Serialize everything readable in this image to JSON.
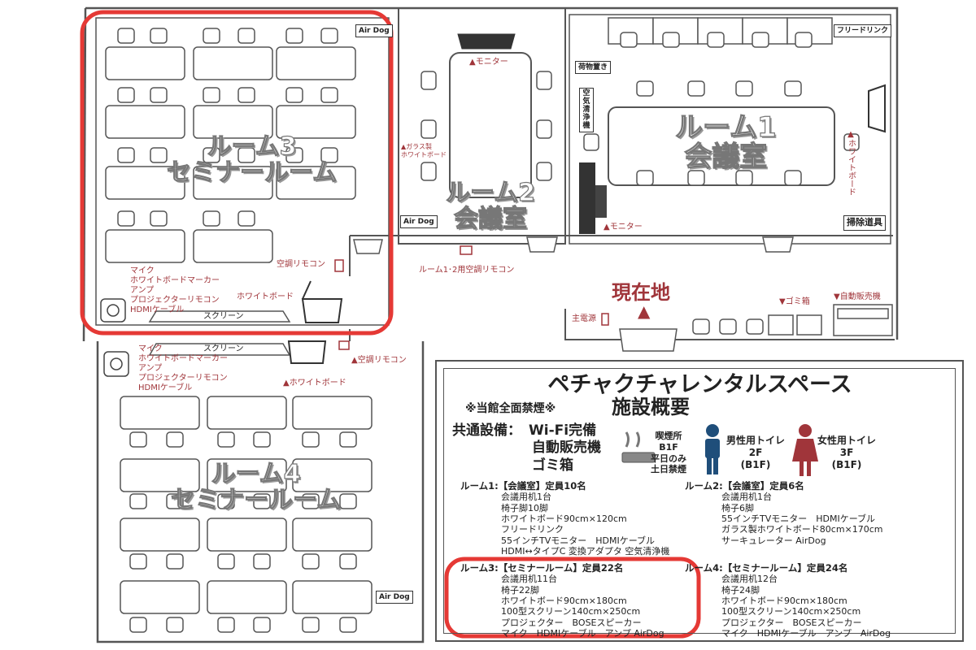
{
  "rooms": {
    "room1": {
      "name": "ルーム1",
      "type": "会議室"
    },
    "room2": {
      "name": "ルーム2",
      "type": "会議室"
    },
    "room3": {
      "name": "ルーム3",
      "type": "セミナールーム"
    },
    "room4": {
      "name": "ルーム4",
      "type": "セミナールーム"
    }
  },
  "labels": {
    "airdog": "Air Dog",
    "free_drink": "フリードリンク",
    "luggage": "荷物置き",
    "air_purifier": "空気清浄機",
    "cleaning_tools": "掃除道具",
    "monitor": "▲モニター",
    "whiteboard_vertical": "▲ホワイトボード",
    "glass_whiteboard_1": "▲ガラス製",
    "glass_whiteboard_2": "ホワイトボード",
    "ac_remote_room3": "空調リモコン",
    "ac_remote_room12": "ルーム1･2用空調リモコン",
    "ac_remote_room4": "▲空調リモコン",
    "whiteboard_room3": "ホワイトボード",
    "whiteboard_room4": "▲ホワイトボード",
    "screen": "スクリーン",
    "main_power": "主電源",
    "trash": "▼ゴミ箱",
    "vending": "▼自動販売機",
    "current_location": "現在地",
    "current_marker": "▲"
  },
  "equipment_room3": [
    "マイク",
    "ホワイトボードマーカー",
    "アンプ",
    "プロジェクターリモコン",
    "HDMIケーブル"
  ],
  "equipment_room4": [
    "マイク",
    "ホワイトボードマーカー",
    "アンプ",
    "プロジェクターリモコン",
    "HDMIケーブル"
  ],
  "info": {
    "title": "ペチャクチャレンタルスペース",
    "no_smoking": "※当館全面禁煙※",
    "subtitle": "施設概要",
    "common_label": "共通設備：",
    "common_items": [
      "Wi-Fi完備",
      "自動販売機",
      "ゴミ箱"
    ],
    "smoking": [
      "喫煙所",
      "B1F",
      "平日のみ",
      "土日禁煙"
    ],
    "male_toilet": [
      "男性用トイレ",
      "2F",
      "(B1F)"
    ],
    "female_toilet": [
      "女性用トイレ",
      "3F",
      "(B1F)"
    ],
    "specs": [
      {
        "head": "ルーム1:【会議室】定員10名",
        "lines": [
          "会議用机1台",
          "椅子脚10脚",
          "ホワイトボード90cm×120cm",
          "フリードリンク",
          "55インチTVモニター　HDMIケーブル",
          "HDMI↔タイプC 変換アダプタ  空気清浄機"
        ]
      },
      {
        "head": "ルーム2:【会議室】定員6名",
        "lines": [
          "会議用机1台",
          "椅子6脚",
          "55インチTVモニター　HDMIケーブル",
          "ガラス製ホワイトボード80cm×170cm",
          "サーキュレーター AirDog"
        ]
      },
      {
        "head": "ルーム3:【セミナールーム】定員22名",
        "lines": [
          "会議用机11台",
          "椅子22脚",
          "ホワイトボード90cm×180cm",
          "100型スクリーン140cm×250cm",
          "プロジェクター　BOSEスピーカー",
          "マイク　HDMIケーブル　アンプ AirDog"
        ]
      },
      {
        "head": "ルーム4:【セミナールーム】定員24名",
        "lines": [
          "会議用机12台",
          "椅子24脚",
          "ホワイトボード90cm×180cm",
          "100型スクリーン140cm×250cm",
          "プロジェクター　BOSEスピーカー",
          "マイク　HDMIケーブル　アンプ　AirDog"
        ]
      }
    ]
  },
  "colors": {
    "highlight": "#e53935",
    "accent": "#a0353a",
    "wall": "#555555"
  }
}
